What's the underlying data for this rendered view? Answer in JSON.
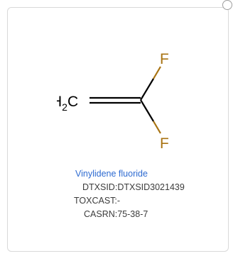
{
  "chemical": {
    "name": "Vinylidene fluoride",
    "dtxsid_label": "DTXSID:",
    "dtxsid_value": "DTXSID3021439",
    "toxcast_label": "TOXCAST:",
    "toxcast_value": "-",
    "casrn_label": "CASRN:",
    "casrn_value": "75-38-7"
  },
  "structure": {
    "atom_c_label": "H",
    "atom_c_subscript": "2",
    "atom_c_symbol": "C",
    "atom_f_top": "F",
    "atom_f_bottom": "F"
  },
  "colors": {
    "link": "#2e6bd1",
    "fluorine": "#a87312",
    "bond": "#000000",
    "card_border": "#d9d9d9"
  },
  "icons": {
    "select": "radio-circle-icon"
  }
}
